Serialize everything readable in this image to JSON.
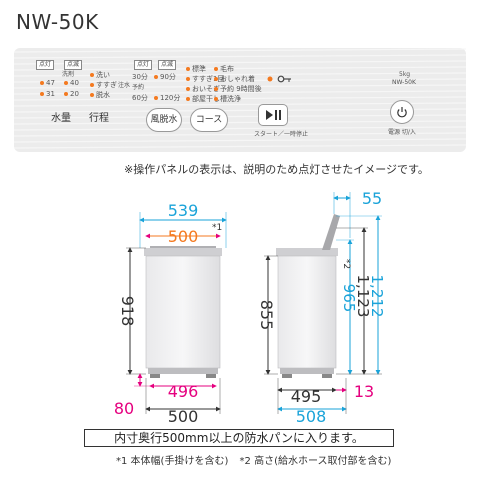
{
  "model": "NW-50K",
  "panel": {
    "header_on": "点灯",
    "header_blink": "点滅",
    "water_levels_left": [
      "47",
      "31"
    ],
    "water_levels_right": [
      "40",
      "20"
    ],
    "water_sub_labels": [
      "洗剤",
      "洗い",
      "注水"
    ],
    "stage_items": [
      "洗い",
      "すすぎ",
      "脱水"
    ],
    "time_headers": [
      "点灯",
      "点滅"
    ],
    "time_col1": [
      "30分",
      "予約",
      "60分"
    ],
    "time_col2": [
      "90分",
      "120分"
    ],
    "courses_col1": [
      "標準",
      "すすぎ1回",
      "おいそぎ",
      "部屋干し"
    ],
    "courses_col2": [
      "毛布",
      "おしゃれ着",
      "予約 9時間後",
      "槽洗浄"
    ],
    "capacity": "5kg",
    "model_small": "NW-50K",
    "buttons": {
      "water": "水量",
      "process": "行程",
      "air_dry": "風脱水",
      "course": "コース",
      "start_pause": "スタート／一時停止",
      "power": "電源 切/入"
    }
  },
  "note": "※操作パネルの表示は、説明のため点灯させたイメージです。",
  "dimensions": {
    "front_width_outer": "539",
    "front_width_inner": "500",
    "front_width_inner_mark": "*1",
    "front_height": "918",
    "front_bottom_offset": "80",
    "front_base_inner": "496",
    "front_base_outer": "500",
    "side_top_extra": "55",
    "side_height": "855",
    "side_height_965": "965",
    "side_height_965_mark": "*2",
    "side_height_1123": "1,123",
    "side_height_1212": "1,212",
    "side_base_inner": "495",
    "side_base_extra": "13",
    "side_base_outer": "508"
  },
  "warning": "内寸奥行500mm以上の防水パンに入ります。",
  "footnotes": [
    "*1 本体幅(手掛けを含む)",
    "*2 高さ(給水ホース取付部を含む)"
  ],
  "colors": {
    "cyan": "#1aa3d9",
    "magenta": "#e5007f",
    "orange": "#f47a20"
  }
}
